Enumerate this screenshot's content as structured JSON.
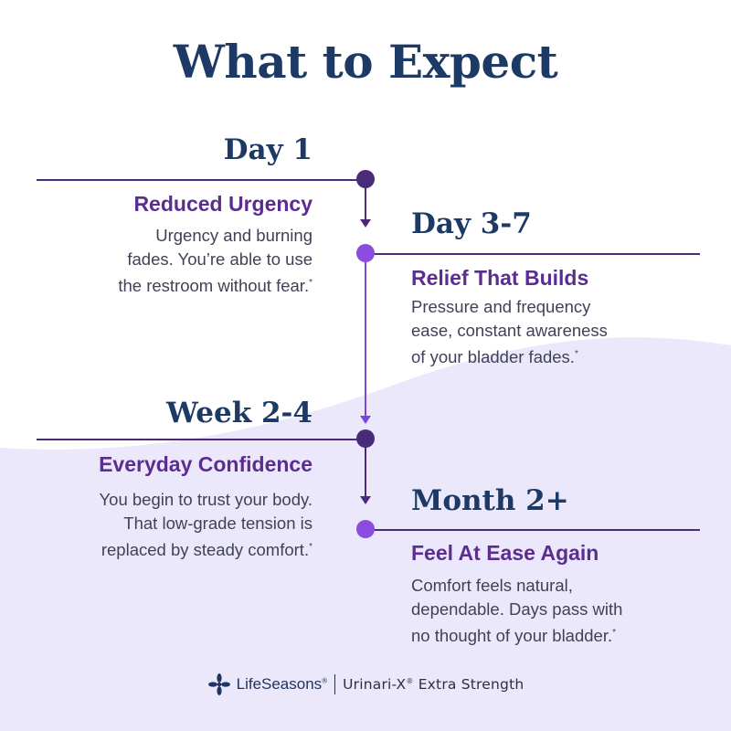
{
  "title": "What to Expect",
  "stages": [
    {
      "label": "Day 1",
      "heading": "Reduced Urgency",
      "lines": [
        "Urgency and burning",
        "fades. You’re able to use",
        "the restroom without fear."
      ]
    },
    {
      "label": "Day 3-7",
      "heading": "Relief That Builds",
      "lines": [
        "Pressure and frequency",
        "ease, constant awareness",
        "of your bladder fades."
      ]
    },
    {
      "label": "Week 2-4",
      "heading": "Everyday Confidence",
      "lines": [
        "You begin to trust your body.",
        "That low-grade tension is",
        "replaced by steady comfort."
      ]
    },
    {
      "label": "Month 2+",
      "heading": "Feel At Ease Again",
      "lines": [
        "Comfort feels natural,",
        "dependable. Days pass with",
        "no thought of your bladder."
      ]
    }
  ],
  "asterisk": "*",
  "footer": {
    "brand": "LifeSeasons",
    "product_prefix": "Urinari-X",
    "product_suffix": " Extra Strength",
    "registered": "®"
  },
  "colors": {
    "title": "#1d3a66",
    "heading": "#5b2d91",
    "body_text": "#3f4257",
    "line_dark": "#4a2b7a",
    "dot_dark": "#4a2b7a",
    "dot_light": "#8a4de0",
    "line_light": "#7b46d6",
    "wave_fill": "#ece8fb"
  },
  "icons": [
    "brand-logo-icon",
    "timeline-arrow-icon"
  ]
}
